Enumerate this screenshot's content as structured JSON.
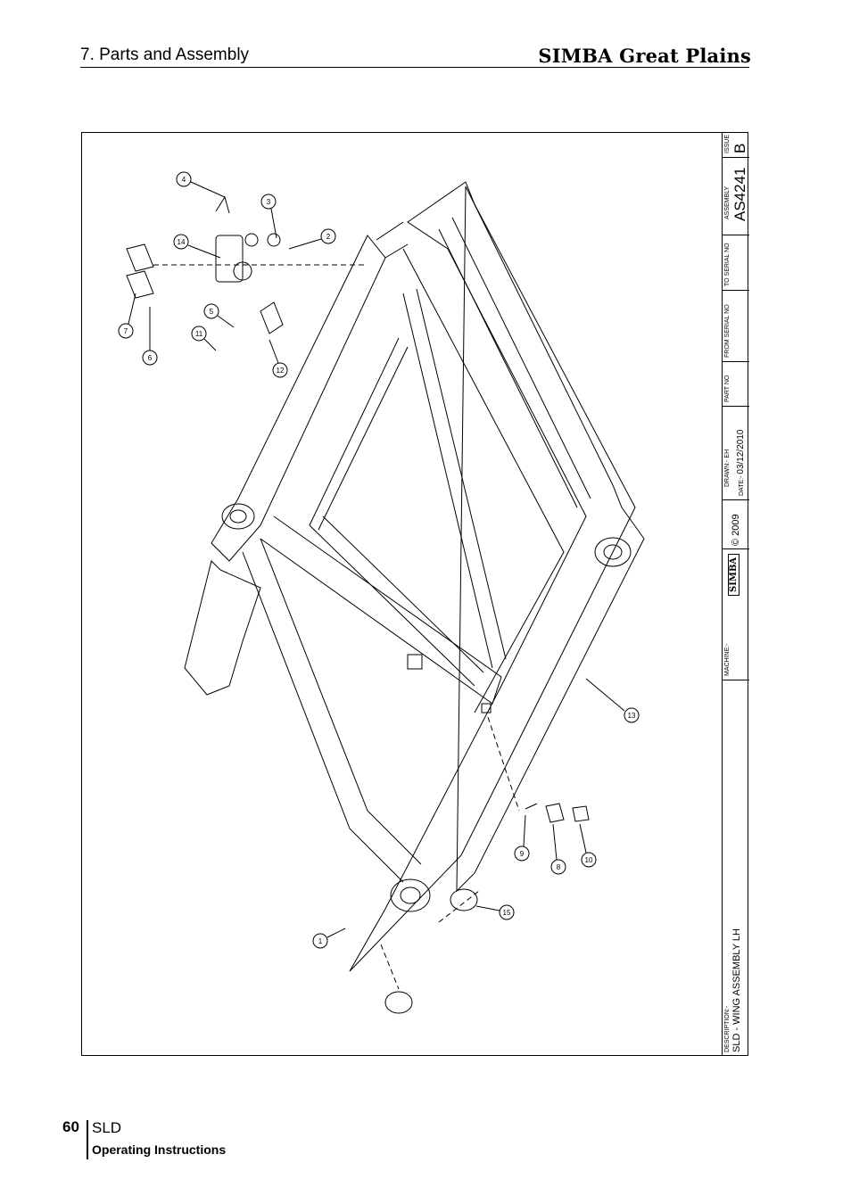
{
  "header": {
    "section_title": "7. Parts and Assembly",
    "brand": "SIMBA Great Plains"
  },
  "drawing": {
    "callouts": [
      "4",
      "3",
      "2",
      "14",
      "7",
      "6",
      "5",
      "11",
      "12",
      "13",
      "9",
      "8",
      "10",
      "15",
      "1"
    ]
  },
  "title_block": {
    "issue_label": "ISSUE",
    "issue_value": "B",
    "assembly_label": "ASSEMBLY",
    "assembly_value": "AS4241",
    "to_serial_label": "TO SERIAL NO",
    "from_serial_label": "FROM SERIAL NO",
    "part_no_label": "PART NO",
    "drawn_label": "DRAWN:-",
    "drawn_value": "EH",
    "date_label": "DATE:-",
    "date_value": "03/12/2010",
    "copyright": "© 2009",
    "logo_text": "SIMBA",
    "machine_label": "MACHINE:-",
    "description_label": "DESCRIPTION:-",
    "description_value": "SLD - WING ASSEMBLY LH"
  },
  "footer": {
    "page_number": "60",
    "model": "SLD",
    "subtitle": "Operating Instructions"
  }
}
